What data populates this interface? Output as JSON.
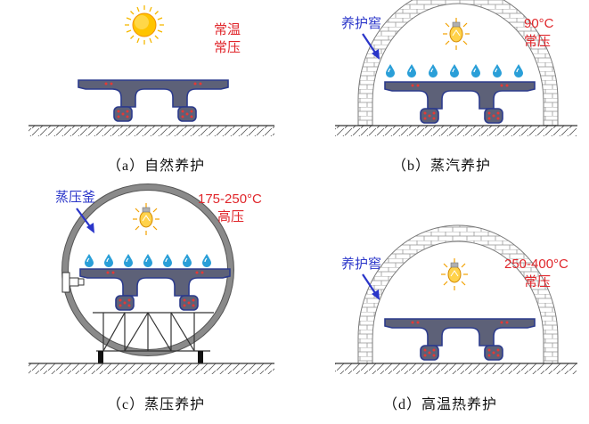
{
  "panels": {
    "a": {
      "caption": "（a）自然养护",
      "temp": "常温",
      "pressure": "常压"
    },
    "b": {
      "caption": "（b）蒸汽养护",
      "label": "养护窖",
      "temp": "90°C",
      "pressure": "常压"
    },
    "c": {
      "caption": "（c）蒸压养护",
      "label": "蒸压釜",
      "temp": "175-250°C",
      "pressure": "高压"
    },
    "d": {
      "caption": "（d）高温热养护",
      "label": "养护窖",
      "temp": "250-400°C",
      "pressure": "常压"
    }
  },
  "colors": {
    "beam_fill": "#5d6178",
    "beam_edge": "#2b3a8c",
    "dot_red": "#e53935",
    "label_red": "#e0262b",
    "label_blue": "#2a35c9",
    "brick_line": "#8a8a8a",
    "sun_yellow": "#f6b800"
  },
  "icons": [
    "sun-icon",
    "heater-bulb-icon",
    "water-droplet-icon",
    "arrow-icon"
  ]
}
